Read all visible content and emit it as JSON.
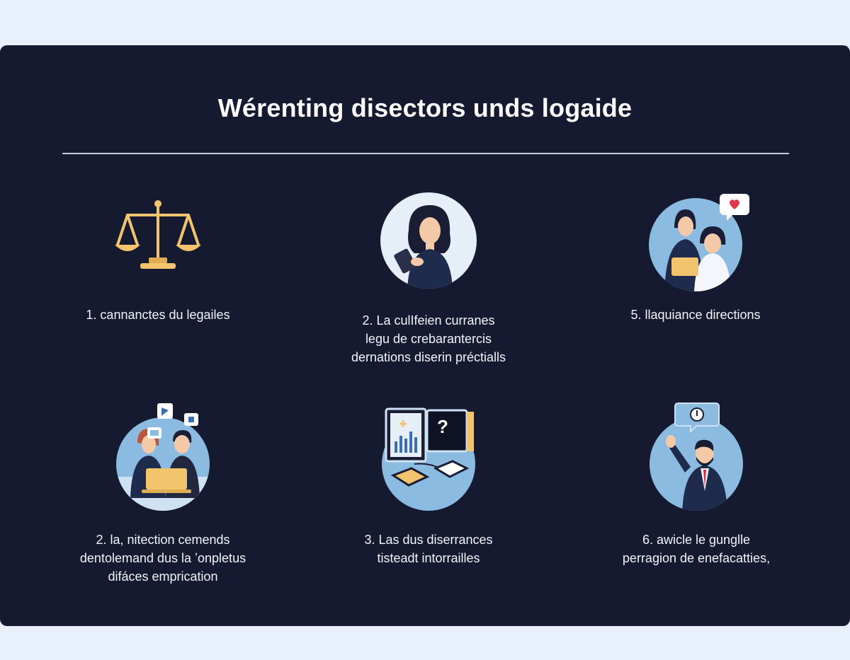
{
  "header": {
    "title": "Wérenting disectors unds logaide"
  },
  "items": [
    {
      "label": "1. cannanctes du legailes",
      "icon": "scales-of-justice-icon"
    },
    {
      "label": "2. La culIfeien curranes\nlegu de crebarantercis\ndernations diserin préctialls",
      "icon": "woman-with-tablet-icon"
    },
    {
      "label": "5. llaquiance directions",
      "icon": "support-people-heart-icon"
    },
    {
      "label": "2. la, nitection cemends\ndentolemand dus la ʼonpletus\ndifáces emprication",
      "icon": "team-at-laptop-icon"
    },
    {
      "label": "3. Las dus diserrances\ntisteadt intorrailles",
      "icon": "data-screens-icon"
    },
    {
      "label": "6. awicle le gunglle\nperragion de enefacatties,",
      "icon": "presenter-man-icon"
    }
  ],
  "colors": {
    "background": "#e8f1fb",
    "panel": "#161a30",
    "accent_gold": "#f2c46d",
    "circle_blue": "#8bbbe0"
  }
}
